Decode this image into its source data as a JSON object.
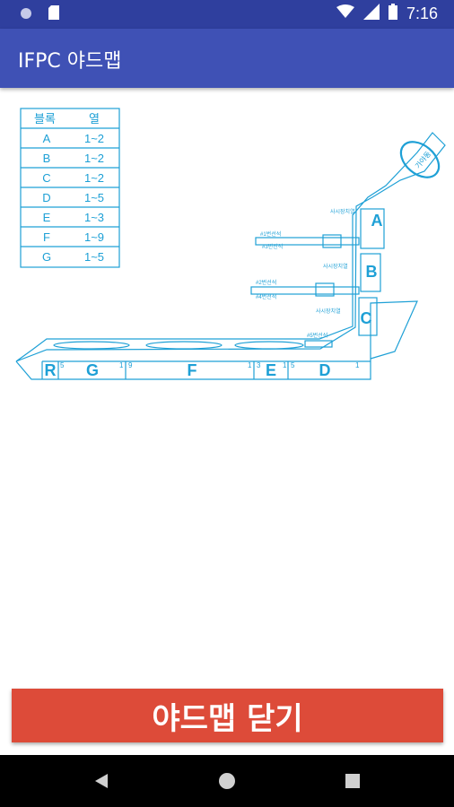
{
  "status_bar": {
    "time": "7:16",
    "icons": [
      "notification-dot-icon",
      "sd-card-icon",
      "wifi-icon",
      "signal-icon",
      "battery-icon"
    ]
  },
  "app_bar": {
    "title": "IFPC 야드맵"
  },
  "block_table": {
    "headers": {
      "block": "블록",
      "row": "열"
    },
    "rows": [
      {
        "block": "A",
        "row": "1~2"
      },
      {
        "block": "B",
        "row": "1~2"
      },
      {
        "block": "C",
        "row": "1~2"
      },
      {
        "block": "D",
        "row": "1~5"
      },
      {
        "block": "E",
        "row": "1~3"
      },
      {
        "block": "F",
        "row": "1~9"
      },
      {
        "block": "G",
        "row": "1~5"
      }
    ]
  },
  "map": {
    "building_label": "가야동",
    "blocks": {
      "A": "A",
      "B": "B",
      "C": "C",
      "D": "D",
      "E": "E",
      "F": "F",
      "G": "G",
      "R": "R"
    },
    "row_numbers": {
      "g_start": "5",
      "g_end": "1",
      "f_start": "9",
      "f_end": "1",
      "e_start": "3",
      "e_end": "1",
      "d_start": "5",
      "d_end": "1"
    },
    "labels": {
      "control_a": "사시장치열",
      "control_b": "사시장치열",
      "control_c": "사시장치열",
      "line1": "#1번선석",
      "line2": "#2번선석",
      "line3": "#3번선석",
      "line4": "#4번선석",
      "line5": "#5번선석"
    },
    "line_color": "#1ea0d6"
  },
  "close_button": {
    "label": "야드맵 닫기",
    "color": "#dd4b39"
  },
  "nav_bar": {
    "icons": [
      "back-icon",
      "home-icon",
      "recents-icon"
    ]
  }
}
